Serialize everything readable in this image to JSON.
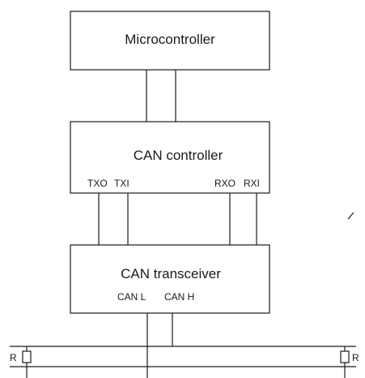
{
  "blocks": {
    "microcontroller": {
      "label": "Microcontroller"
    },
    "can_controller": {
      "label": "CAN controller",
      "pins": {
        "txo": "TXO",
        "txi": "TXI",
        "rxo": "RXO",
        "rxi": "RXI"
      }
    },
    "can_transceiver": {
      "label": "CAN transceiver",
      "pins": {
        "can_l": "CAN L",
        "can_h": "CAN H"
      }
    }
  },
  "bus": {
    "left_resistor_label": "R",
    "right_resistor_label": "R"
  }
}
